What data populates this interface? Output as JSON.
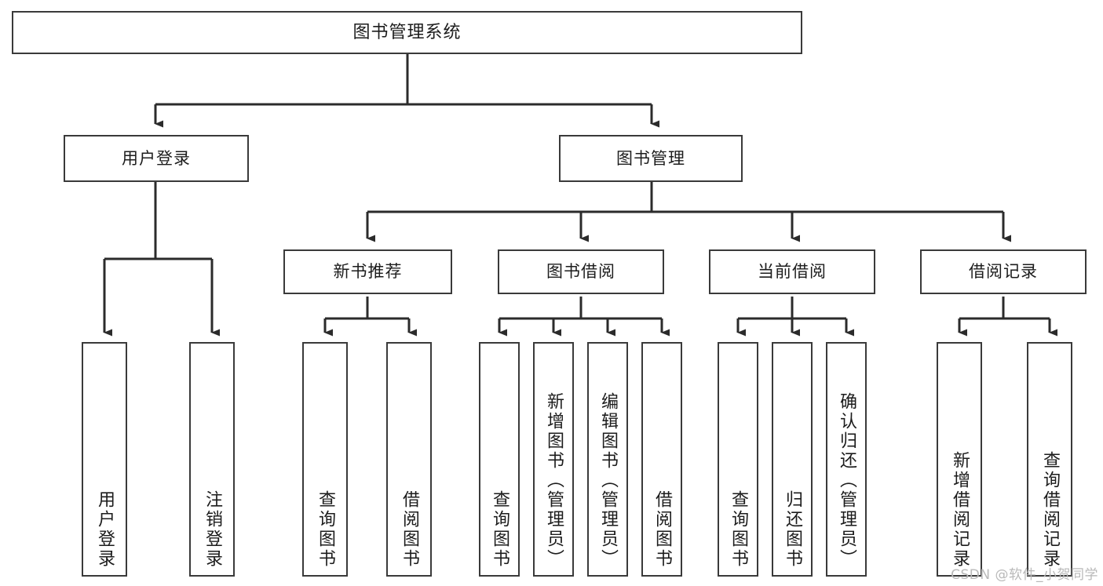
{
  "diagram": {
    "type": "tree-hierarchy-chart",
    "title": "图书管理系统",
    "orientation": "top-down",
    "colors": {
      "box_border": "#3a3a3a",
      "box_fill": "#ffffff",
      "edge": "#2b2b2b",
      "text": "#1c1c1c",
      "watermark": "#b9b9b9",
      "background": "#ffffff"
    },
    "root": {
      "id": "root",
      "label": "图书管理系统"
    },
    "level1": [
      {
        "id": "l1-0",
        "label": "用户登录"
      },
      {
        "id": "l1-1",
        "label": "图书管理"
      }
    ],
    "level2": [
      {
        "id": "l2-0",
        "label": "新书推荐",
        "parent": "l1-1"
      },
      {
        "id": "l2-1",
        "label": "图书借阅",
        "parent": "l1-1"
      },
      {
        "id": "l2-2",
        "label": "当前借阅",
        "parent": "l1-1"
      },
      {
        "id": "l2-3",
        "label": "借阅记录",
        "parent": "l1-1"
      }
    ],
    "leaves": [
      {
        "id": "lf-0",
        "label": "用户登录",
        "parent": "l1-0"
      },
      {
        "id": "lf-1",
        "label": "注销登录",
        "parent": "l1-0"
      },
      {
        "id": "lf-2",
        "label": "查询图书",
        "parent": "l2-0"
      },
      {
        "id": "lf-3",
        "label": "借阅图书",
        "parent": "l2-0"
      },
      {
        "id": "lf-4",
        "label": "查询图书",
        "parent": "l2-1"
      },
      {
        "id": "lf-5",
        "label": "新增图书（管理员）",
        "parent": "l2-1"
      },
      {
        "id": "lf-6",
        "label": "编辑图书（管理员）",
        "parent": "l2-1"
      },
      {
        "id": "lf-7",
        "label": "借阅图书",
        "parent": "l2-1"
      },
      {
        "id": "lf-8",
        "label": "查询图书",
        "parent": "l2-2"
      },
      {
        "id": "lf-9",
        "label": "归还图书",
        "parent": "l2-2"
      },
      {
        "id": "lf-10",
        "label": "确认归还（管理员）",
        "parent": "l2-2"
      },
      {
        "id": "lf-11",
        "label": "新增借阅记录",
        "parent": "l2-3"
      },
      {
        "id": "lf-12",
        "label": "查询借阅记录",
        "parent": "l2-3"
      }
    ]
  },
  "watermark": {
    "text": "CSDN @软件_小贺同学"
  }
}
